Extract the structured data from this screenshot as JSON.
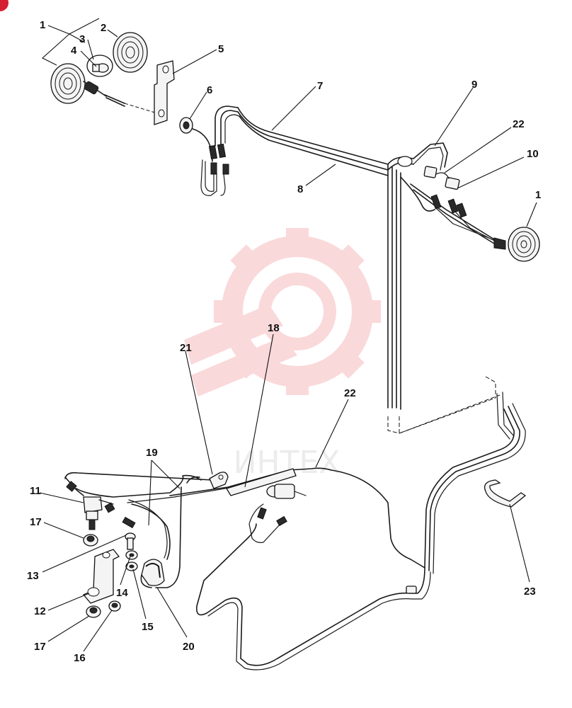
{
  "watermark": {
    "text": "ИНТЕХ",
    "color": "#e8333a"
  },
  "callouts": [
    {
      "id": "c1a",
      "text": "1"
    },
    {
      "id": "c2",
      "text": "2"
    },
    {
      "id": "c3",
      "text": "3"
    },
    {
      "id": "c4",
      "text": "4"
    },
    {
      "id": "c5",
      "text": "5"
    },
    {
      "id": "c6",
      "text": "6"
    },
    {
      "id": "c7",
      "text": "7"
    },
    {
      "id": "c8",
      "text": "8"
    },
    {
      "id": "c9",
      "text": "9"
    },
    {
      "id": "c22a",
      "text": "22"
    },
    {
      "id": "c10",
      "text": "10"
    },
    {
      "id": "c1b",
      "text": "1"
    },
    {
      "id": "c18",
      "text": "18"
    },
    {
      "id": "c21",
      "text": "21"
    },
    {
      "id": "c22b",
      "text": "22"
    },
    {
      "id": "c19",
      "text": "19"
    },
    {
      "id": "c11",
      "text": "11"
    },
    {
      "id": "c17a",
      "text": "17"
    },
    {
      "id": "c13",
      "text": "13"
    },
    {
      "id": "c14",
      "text": "14"
    },
    {
      "id": "c12",
      "text": "12"
    },
    {
      "id": "c15",
      "text": "15"
    },
    {
      "id": "c17b",
      "text": "17"
    },
    {
      "id": "c16",
      "text": "16"
    },
    {
      "id": "c20",
      "text": "20"
    },
    {
      "id": "c23",
      "text": "23"
    }
  ]
}
